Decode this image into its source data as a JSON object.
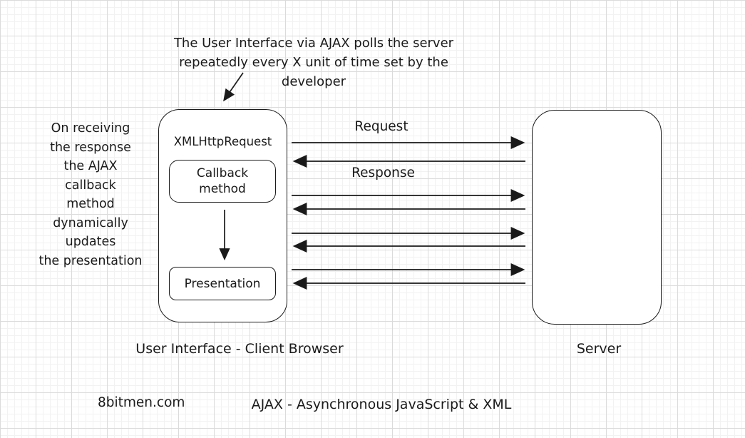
{
  "annotation": {
    "text": "The User Interface via AJAX polls the server\nrepeatedly every X unit of time set by the\ndeveloper"
  },
  "left_note": {
    "text": "On receiving\nthe response\nthe AJAX\ncallback\nmethod\ndynamically\nupdates\nthe presentation"
  },
  "client": {
    "title": "XMLHttpRequest",
    "callback_label": "Callback\nmethod",
    "presentation_label": "Presentation",
    "caption": "User Interface - Client Browser"
  },
  "server": {
    "caption": "Server"
  },
  "messages": {
    "request_label": "Request",
    "response_label": "Response",
    "arrow_pairs": "4"
  },
  "footer": {
    "watermark": "8bitmen.com",
    "title": "AJAX - Asynchronous JavaScript & XML"
  },
  "colors": {
    "ink": "#1a1a1a",
    "background": "#ffffff",
    "grid_major": "#dbdbdb",
    "grid_minor": "#f2f2f2"
  }
}
